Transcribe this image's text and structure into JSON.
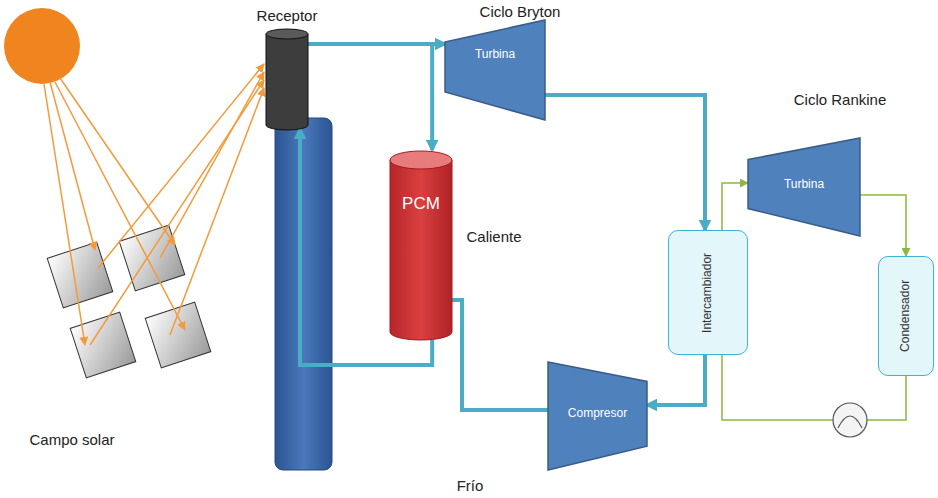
{
  "diagram": {
    "nodes": [
      {
        "text": [
          "Receptor"
        ]
      },
      {
        "text": [
          "Turbina"
        ]
      },
      {
        "text": [
          "PCM"
        ]
      },
      {
        "text": [
          "Turbina"
        ]
      },
      {
        "text": [
          "Intercambiador"
        ]
      },
      {
        "text": [
          "Condensador"
        ]
      },
      {
        "text": [
          "Compresor"
        ]
      }
    ],
    "edges": [
      {
        "from": 0,
        "to": 1,
        "arrow": "to"
      },
      {
        "from": 0,
        "to": 2,
        "arrow": "to"
      },
      {
        "from": 2,
        "to": 0,
        "arrow": "to"
      },
      {
        "from": 1,
        "to": 4,
        "arrow": "to"
      },
      {
        "from": 4,
        "to": 6,
        "arrow": "to"
      },
      {
        "from": 6,
        "to": 2,
        "arrow": "none"
      },
      {
        "from": 4,
        "to": 3,
        "arrow": "to"
      },
      {
        "from": 3,
        "to": 5,
        "arrow": "to"
      },
      {
        "from": 5,
        "to": 4,
        "arrow": "none"
      }
    ],
    "labels": [
      "Ciclo Bryton",
      "Ciclo Rankine",
      "Caliente",
      "Campo solar",
      "Frío"
    ]
  }
}
